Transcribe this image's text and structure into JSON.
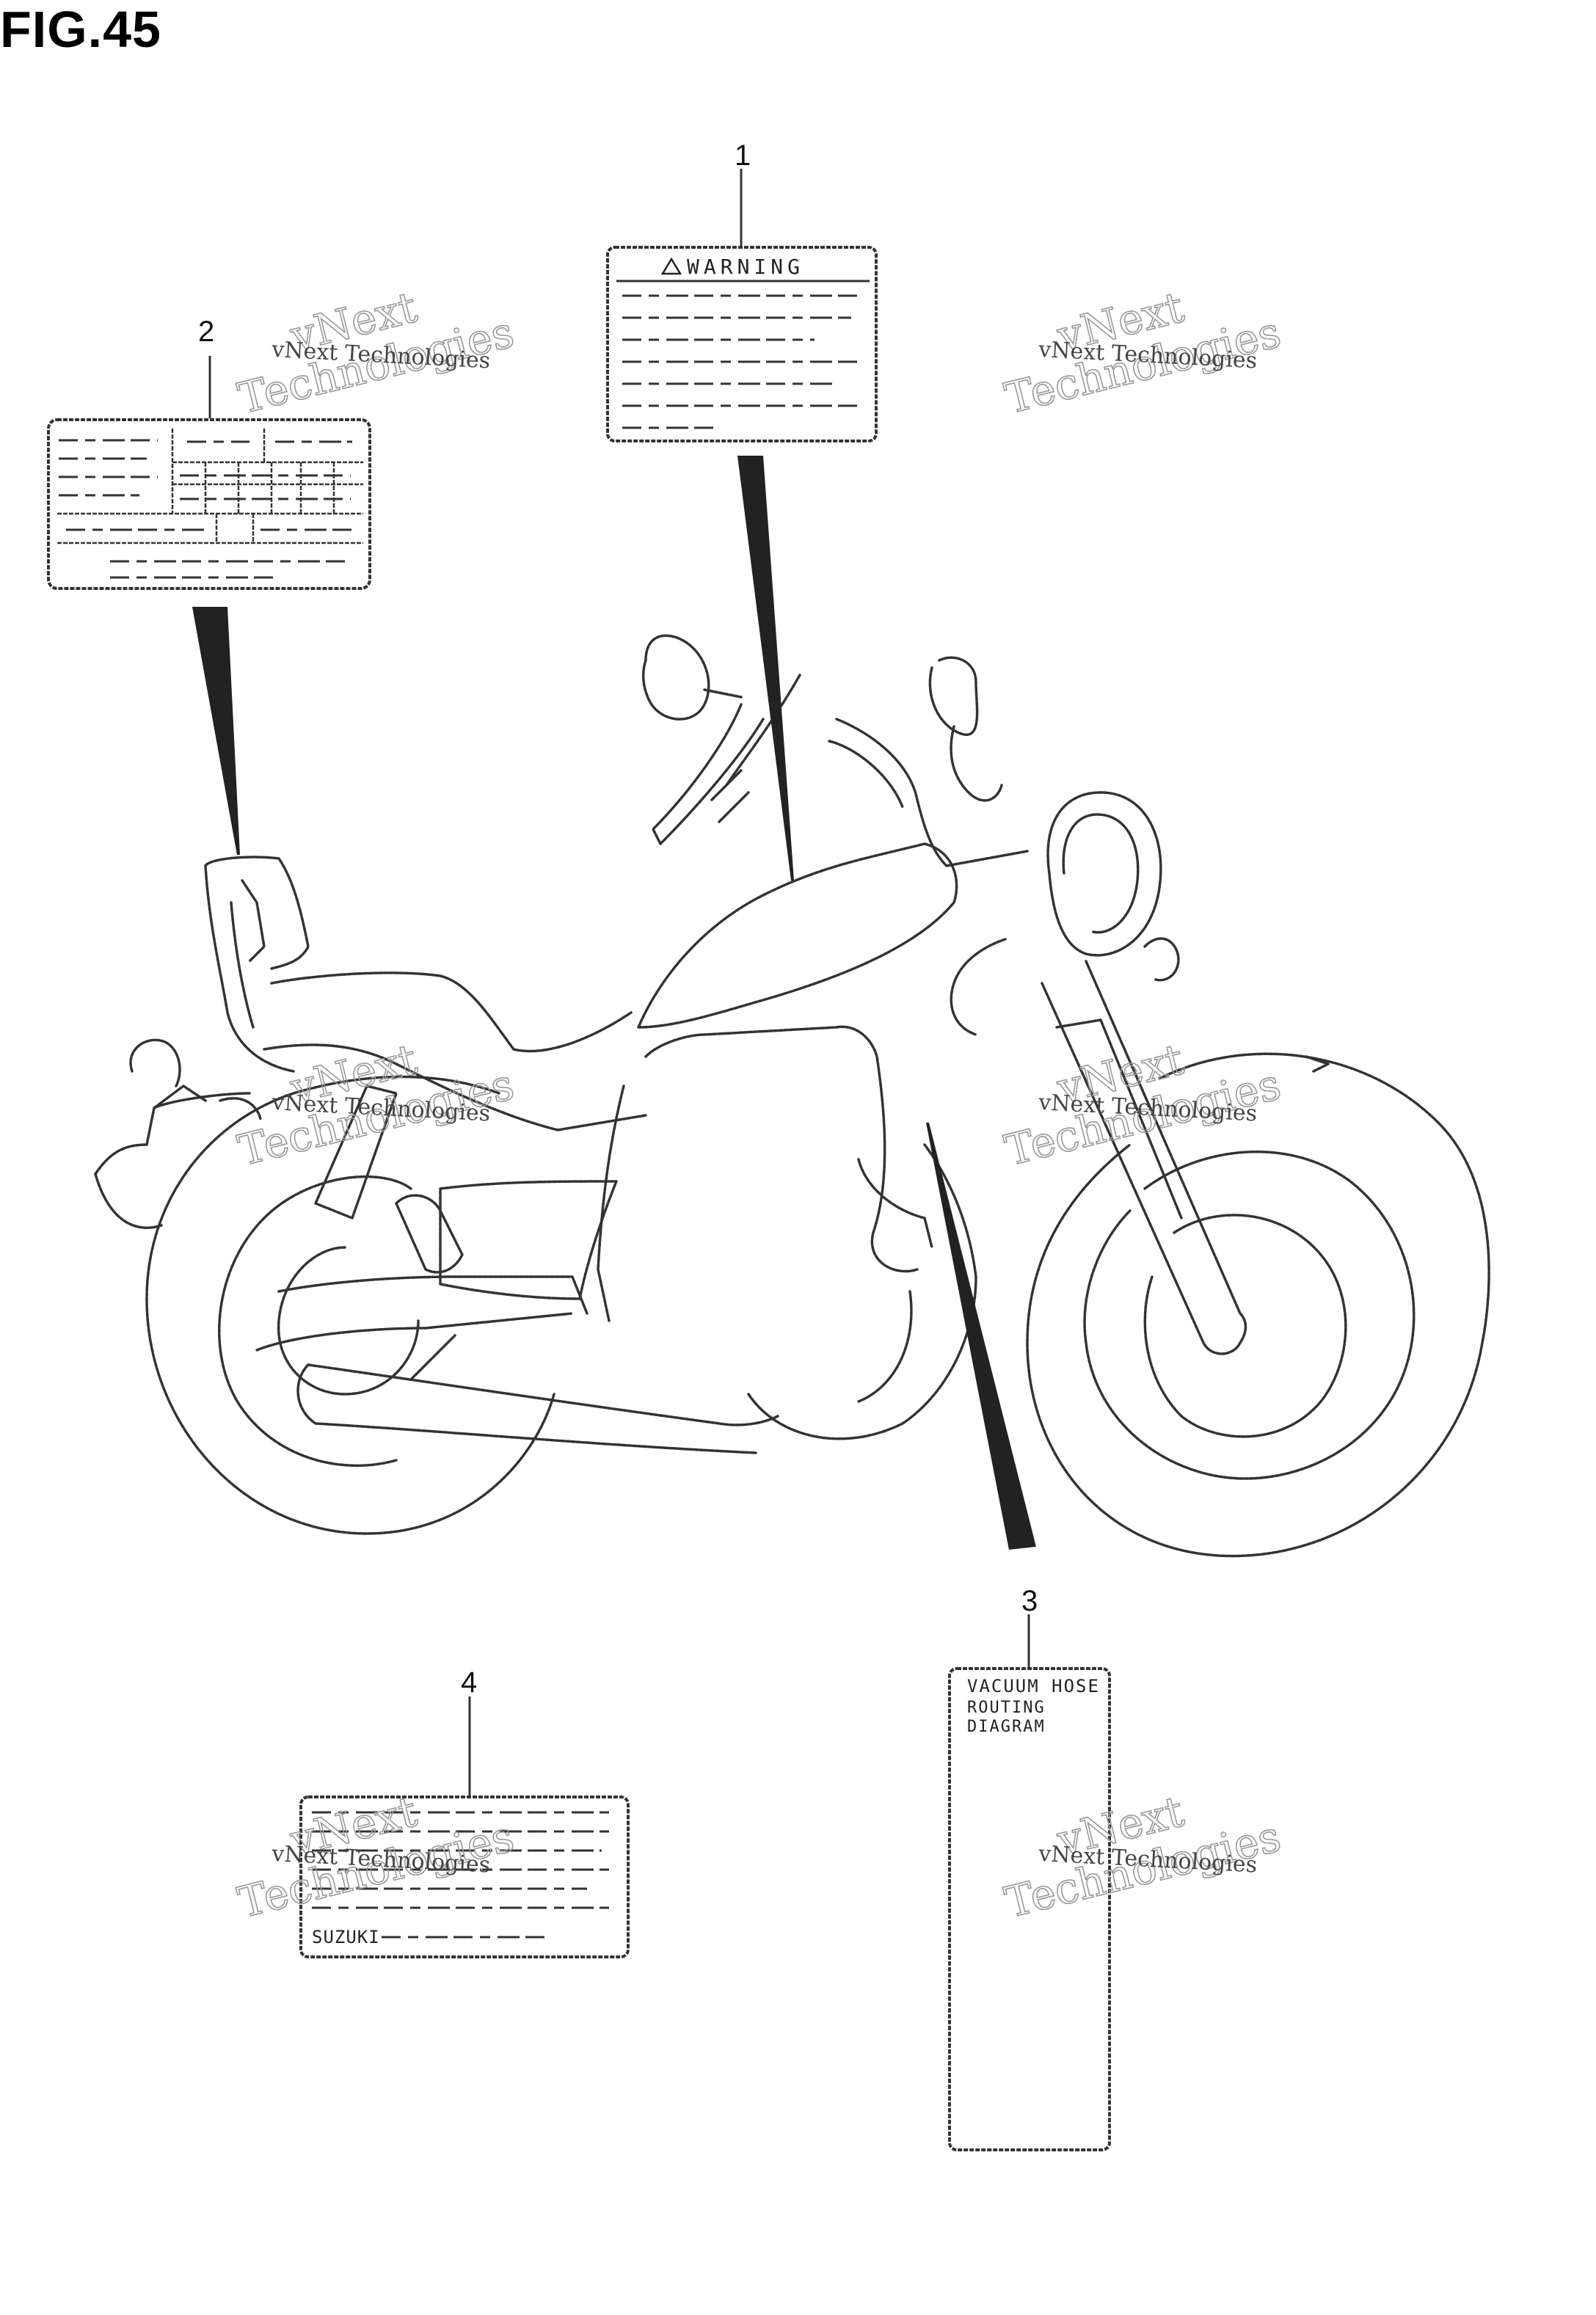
{
  "figure": {
    "title": "FIG.45"
  },
  "callouts": [
    {
      "number": "1"
    },
    {
      "number": "2"
    },
    {
      "number": "3"
    },
    {
      "number": "4"
    }
  ],
  "labels": {
    "warning_label": {
      "heading": "WARNING"
    },
    "vacuum_label": {
      "lines": [
        "VACUUM HOSE",
        "ROUTING",
        "DIAGRAM"
      ]
    },
    "info_label": {
      "brand": "SUZUKI"
    }
  },
  "watermark": {
    "line_small": "vNext Technologies",
    "line_top": "vNext",
    "line_bottom": "Technologies"
  }
}
